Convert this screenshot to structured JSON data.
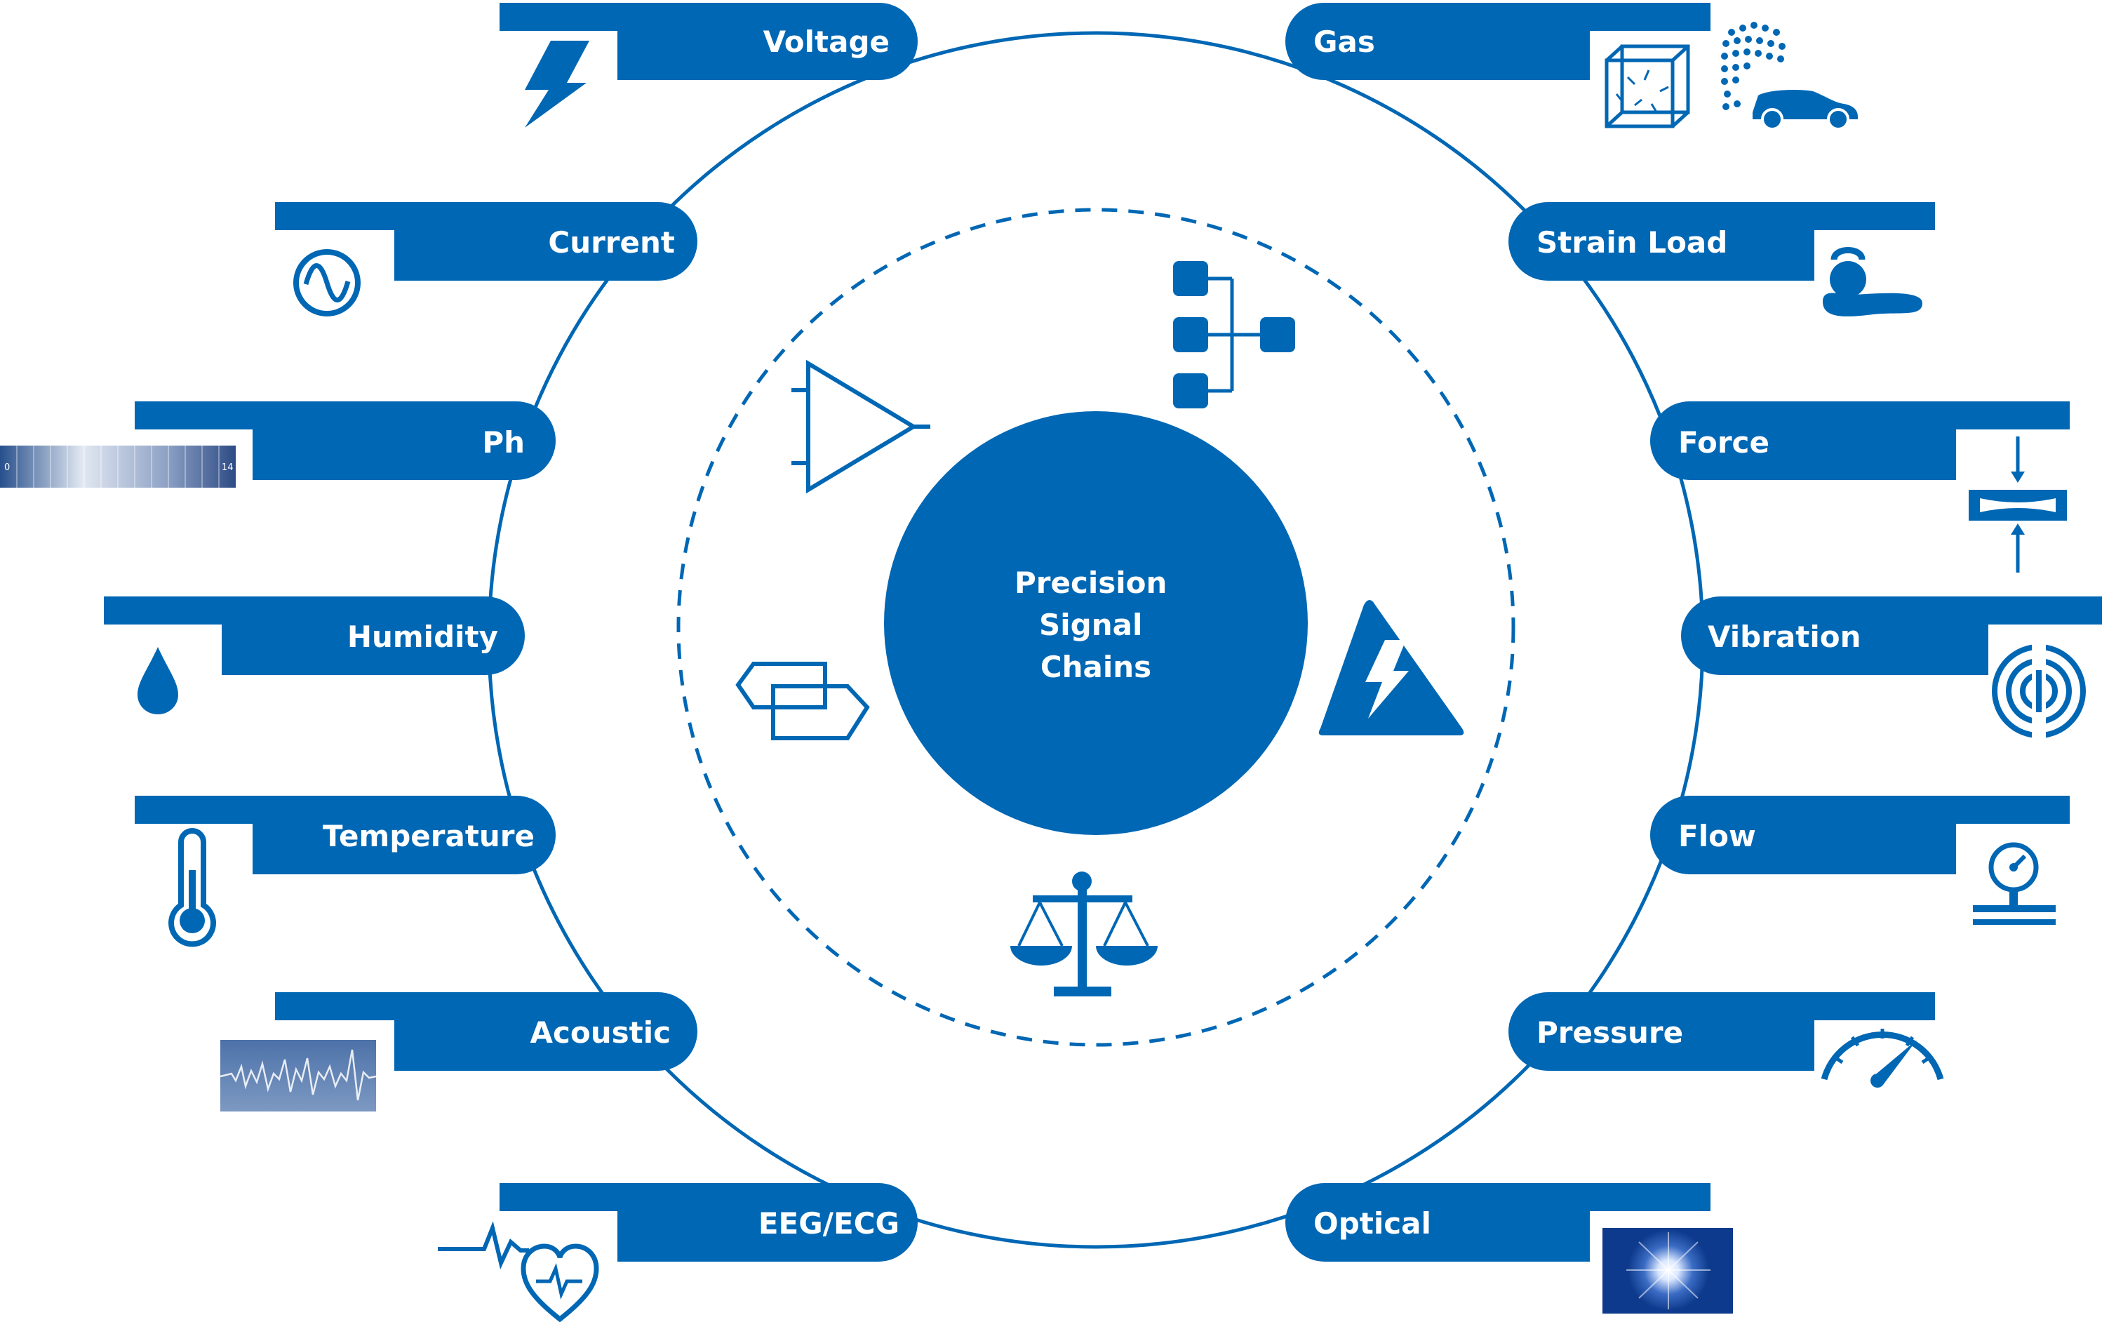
{
  "center": {
    "lines": [
      "Precision",
      "Signal",
      "Chains"
    ]
  },
  "sensors_left": [
    {
      "label": "Voltage",
      "icon": "lightning-bolt-icon"
    },
    {
      "label": "Current",
      "icon": "ac-sine-wave-icon"
    },
    {
      "label": "Ph",
      "icon": "ph-scale-icon"
    },
    {
      "label": "Humidity",
      "icon": "water-drop-icon"
    },
    {
      "label": "Temperature",
      "icon": "thermometer-icon"
    },
    {
      "label": "Acoustic",
      "icon": "sound-waveform-icon"
    },
    {
      "label": "EEG/ECG",
      "icon": "heartbeat-icon"
    }
  ],
  "sensors_right": [
    {
      "label": "Gas",
      "icon": "gas-particles-car-icon"
    },
    {
      "label": "Strain Load",
      "icon": "kettlebell-load-icon"
    },
    {
      "label": "Force",
      "icon": "compression-force-icon"
    },
    {
      "label": "Vibration",
      "icon": "vibration-waves-icon"
    },
    {
      "label": "Flow",
      "icon": "flow-gauge-icon"
    },
    {
      "label": "Pressure",
      "icon": "pressure-gauge-icon"
    },
    {
      "label": "Optical",
      "icon": "light-burst-icon"
    }
  ],
  "inner_ring_icons": [
    "amplifier-icon",
    "hierarchy-tree-icon",
    "interface-converter-icon",
    "warning-lightning-icon",
    "balance-scale-icon"
  ],
  "ph_scale": {
    "min": "0",
    "max": "14"
  },
  "colors": {
    "primary": "#0067b4",
    "background": "#ffffff"
  }
}
